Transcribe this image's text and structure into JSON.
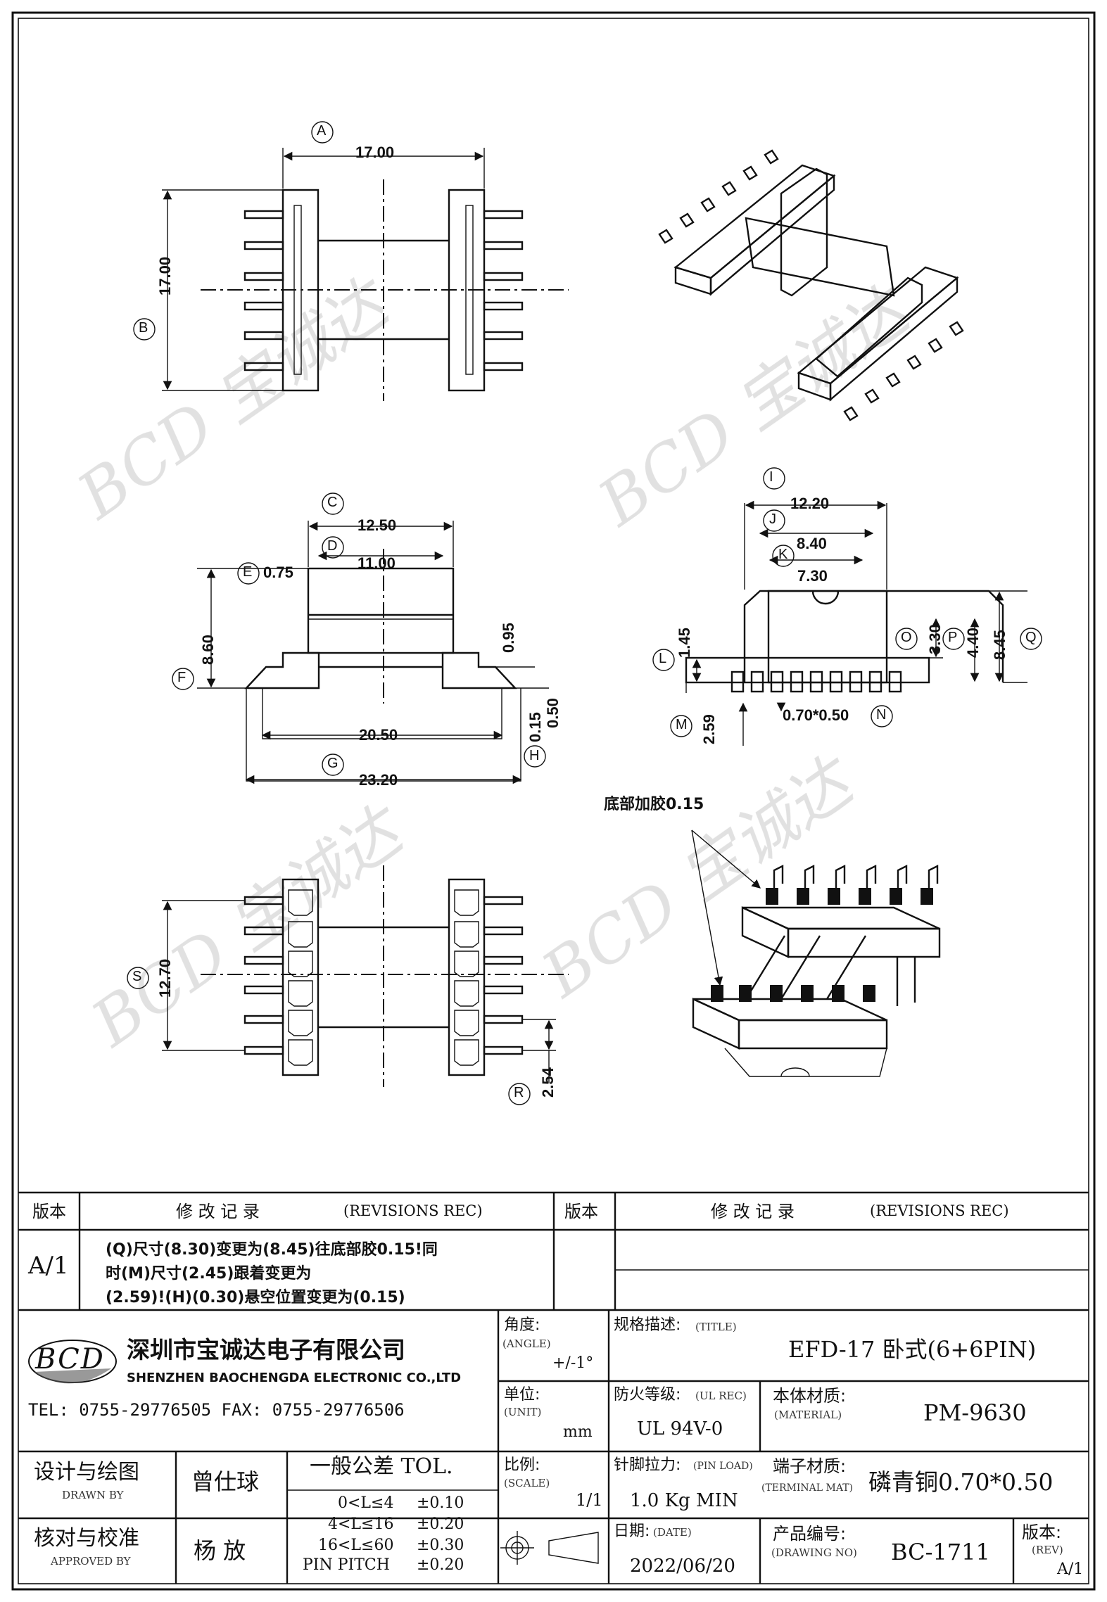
{
  "drawing": {
    "dims": {
      "A_17": "17.00",
      "B_17": "17.00",
      "C_1250": "12.50",
      "D_1100": "11.00",
      "E_075": "0.75",
      "F_860": "8.60",
      "dim_095": "0.95",
      "dim_050": "0.50",
      "dim_015": "0.15",
      "dim_2050": "20.50",
      "dim_2320": "23.20",
      "I_1220": "12.20",
      "J_840": "8.40",
      "K_730": "7.30",
      "L_145": "1.45",
      "M_259": "2.59",
      "N_pin": "0.70*0.50",
      "O_330": "3.30",
      "P_440": "4.40",
      "Q_845": "8.45",
      "S_1270": "12.70",
      "R_254": "2.54"
    },
    "letters": {
      "A": "A",
      "B": "B",
      "C": "C",
      "D": "D",
      "E": "E",
      "F": "F",
      "G": "G",
      "H": "H",
      "I": "I",
      "J": "J",
      "K": "K",
      "L": "L",
      "M": "M",
      "N": "N",
      "O": "O",
      "P": "P",
      "Q": "Q",
      "R": "R",
      "S": "S"
    },
    "glue_note": "底部加胶0.15"
  },
  "revisions": {
    "col_version": "版本",
    "col_record": "修 改 记 录",
    "col_record_en": "(REVISIONS REC)",
    "col_version_2": "版本",
    "col_record_2": "修 改 记 录",
    "col_record_en_2": "(REVISIONS REC)",
    "rev": "A/1",
    "line1": "(Q)尺寸(8.30)变更为(8.45)往底部胶0.15!同",
    "line2": "时(M)尺寸(2.45)跟着变更为",
    "line3": "(2.59)!(H)(0.30)悬空位置变更为(0.15)"
  },
  "company": {
    "logo_text": "BCD",
    "name_cn": "深圳市宝诚达电子有限公司",
    "name_en": "SHENZHEN BAOCHENGDA ELECTRONIC CO.,LTD",
    "tel": "TEL: 0755-29776505  FAX: 0755-29776506"
  },
  "title_block": {
    "angle_label": "角度:",
    "angle_label_en": "(ANGLE)",
    "angle_value": "+/-1°",
    "title_label": "规格描述:",
    "title_label_en": "(TITLE)",
    "title_value": "EFD-17 卧式(6+6PIN)",
    "unit_label": "单位:",
    "unit_label_en": "(UNIT)",
    "unit_value": "mm",
    "fire_label": "防火等级:",
    "fire_label_en": "(UL REC)",
    "fire_value": "UL 94V-0",
    "material_label": "本体材质:",
    "material_label_en": "(MATERIAL)",
    "material_value": "PM-9630",
    "design_label": "设计与绘图",
    "design_label_en": "DRAWN BY",
    "design_name": "曾仕球",
    "tol_title": "一般公差 TOL.",
    "tol_rows": [
      {
        "range": "0<L≤4",
        "val": "±0.10"
      },
      {
        "range": "4<L≤16",
        "val": "±0.20"
      },
      {
        "range": "16<L≤60",
        "val": "±0.30"
      },
      {
        "range": "PIN PITCH",
        "val": "±0.20"
      }
    ],
    "scale_label": "比例:",
    "scale_label_en": "(SCALE)",
    "scale_value": "1/1",
    "pin_label": "针脚拉力:",
    "pin_label_en": "(PIN LOAD)",
    "pin_value": "1.0 Kg MIN",
    "terminal_label": "端子材质:",
    "terminal_label_en": "(TERMINAL MAT)",
    "terminal_value": "磷青铜0.70*0.50",
    "approve_label": "核对与校准",
    "approve_label_en": "APPROVED BY",
    "approve_name": "杨 放",
    "date_label": "日期:",
    "date_label_en": "(DATE)",
    "date_value": "2022/06/20",
    "drawing_no_label": "产品编号:",
    "drawing_no_label_en": "(DRAWING NO)",
    "drawing_no_value": "BC-1711",
    "rev_label": "版本:",
    "rev_label_en": "(REV)",
    "rev_value": "A/1"
  }
}
